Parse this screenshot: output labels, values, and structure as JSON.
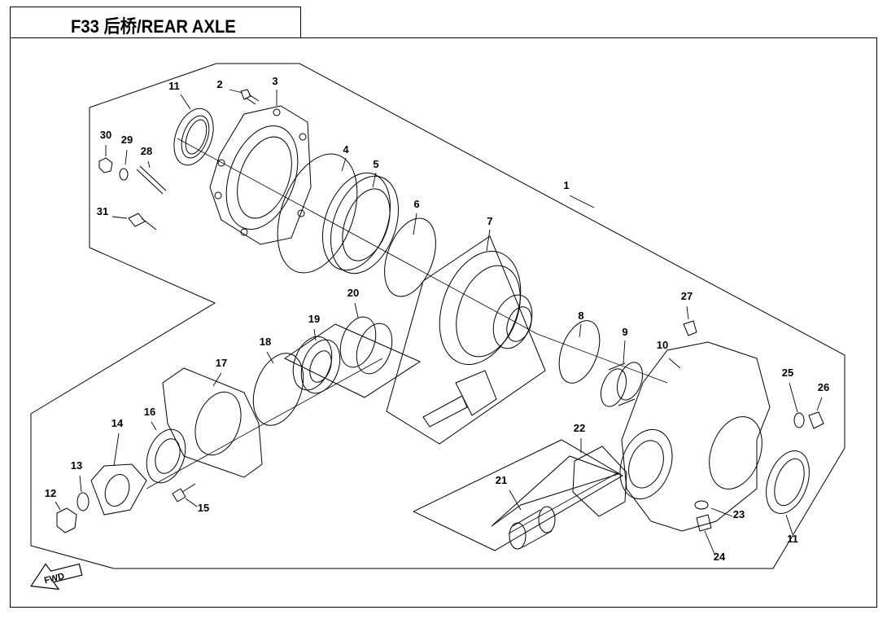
{
  "title": "F33 后桥/REAR AXLE",
  "fwd_label": "FWD",
  "callouts": [
    "1",
    "2",
    "3",
    "4",
    "5",
    "6",
    "7",
    "8",
    "9",
    "10",
    "11",
    "11",
    "12",
    "13",
    "14",
    "15",
    "16",
    "17",
    "18",
    "19",
    "20",
    "21",
    "22",
    "23",
    "24",
    "25",
    "26",
    "27",
    "28",
    "29",
    "30",
    "31"
  ]
}
